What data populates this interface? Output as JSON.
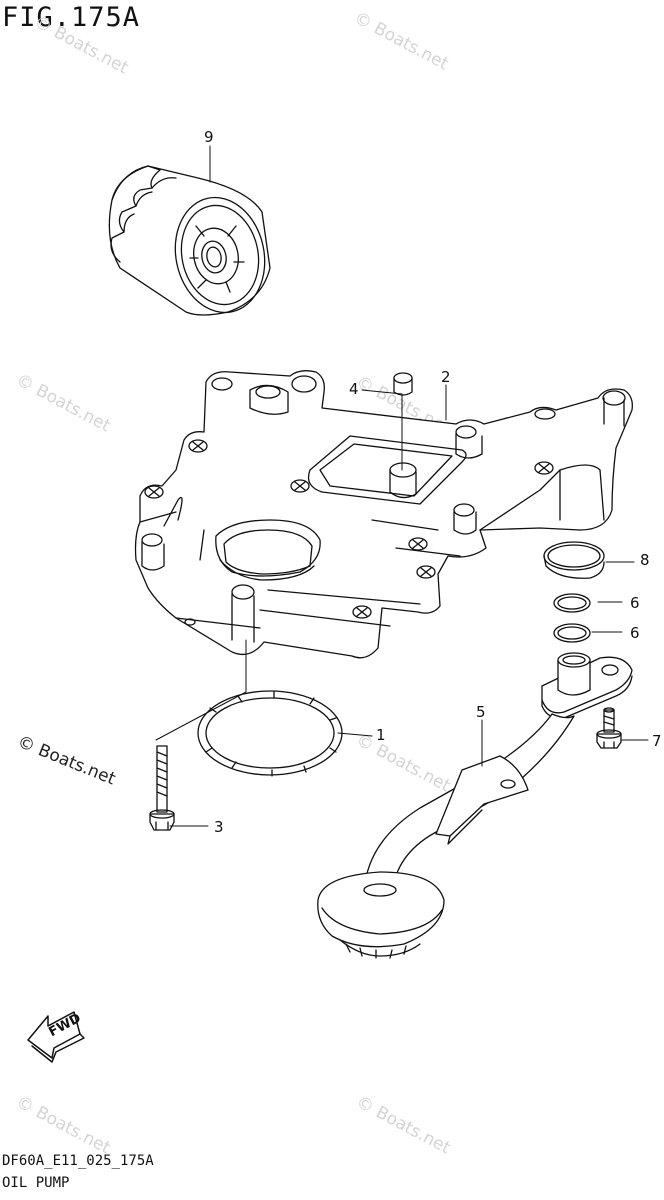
{
  "figure": {
    "title": "FIG.175A",
    "code": "DF60A_E11_025_175A",
    "name": "OIL PUMP"
  },
  "watermark": "© Boats.net",
  "watermark_prominent": "© Boats.net",
  "fwd_label": "FWD",
  "callouts": [
    {
      "id": "1",
      "label": "1"
    },
    {
      "id": "2",
      "label": "2"
    },
    {
      "id": "3",
      "label": "3"
    },
    {
      "id": "4",
      "label": "4"
    },
    {
      "id": "5",
      "label": "5"
    },
    {
      "id": "6a",
      "label": "6"
    },
    {
      "id": "6b",
      "label": "6"
    },
    {
      "id": "7",
      "label": "7"
    },
    {
      "id": "8",
      "label": "8"
    },
    {
      "id": "9",
      "label": "9"
    }
  ],
  "colors": {
    "line": "#111111",
    "watermark": "#d4d4d4",
    "background": "#ffffff"
  }
}
